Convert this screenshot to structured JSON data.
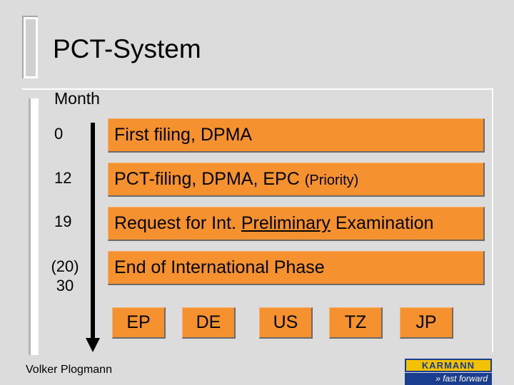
{
  "slide": {
    "title": "PCT-System",
    "month_label": "Month",
    "rows": [
      {
        "month": "0",
        "text": "First filing, DPMA"
      },
      {
        "month": "12",
        "text_main": "PCT-filing, DPMA, EPC",
        "text_small": "(Priority)"
      },
      {
        "month": "19",
        "text_before": "Request for Int. ",
        "text_underlined": "Preliminary",
        "text_after": " Examination"
      },
      {
        "month_line1": "(20)",
        "month_line2": "30",
        "text": "End of International Phase"
      }
    ],
    "regions": [
      "EP",
      "DE",
      "US",
      "TZ",
      "JP"
    ],
    "author": "Volker Plogmann",
    "logo": {
      "name": "KARMANN",
      "tagline": "fast forward"
    }
  },
  "colors": {
    "box": "#f5922f",
    "logo_blue": "#1a3d8f",
    "logo_yellow": "#f2c200"
  }
}
